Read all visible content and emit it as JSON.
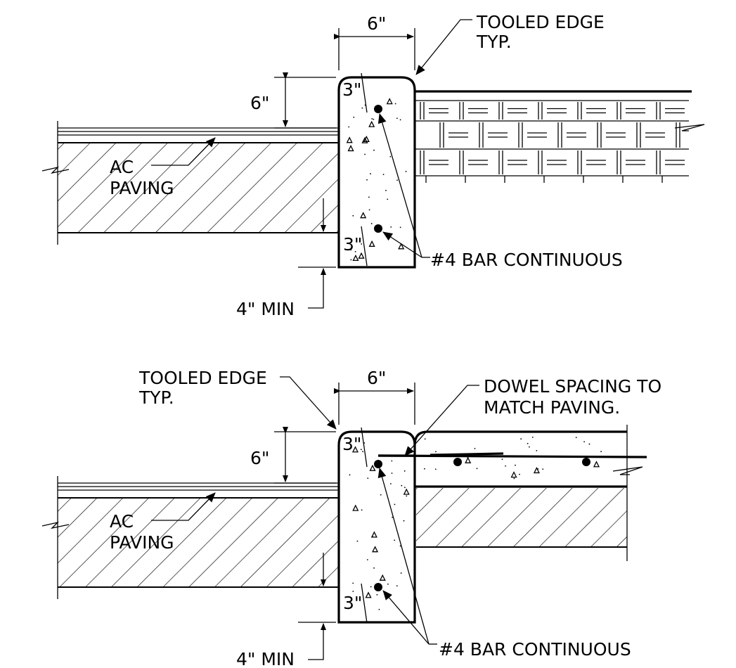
{
  "details": [
    {
      "curb_width": "6\"",
      "curb_height": "6\"",
      "tooled_edge": [
        "TOOLED EDGE",
        "TYP."
      ],
      "cover_top": "3\"",
      "cover_bottom": "3\"",
      "paving": [
        "AC",
        "PAVING"
      ],
      "bar": "#4 BAR CONTINUOUS",
      "min_embed": "4\" MIN"
    },
    {
      "curb_width": "6\"",
      "curb_height": "6\"",
      "tooled_edge": [
        "TOOLED EDGE",
        "TYP."
      ],
      "dowel": [
        "DOWEL SPACING TO",
        "MATCH PAVING."
      ],
      "cover_top": "3\"",
      "cover_bottom": "3\"",
      "paving": [
        "AC",
        "PAVING"
      ],
      "bar": "#4 BAR CONTINUOUS",
      "min_embed": "4\" MIN"
    }
  ]
}
